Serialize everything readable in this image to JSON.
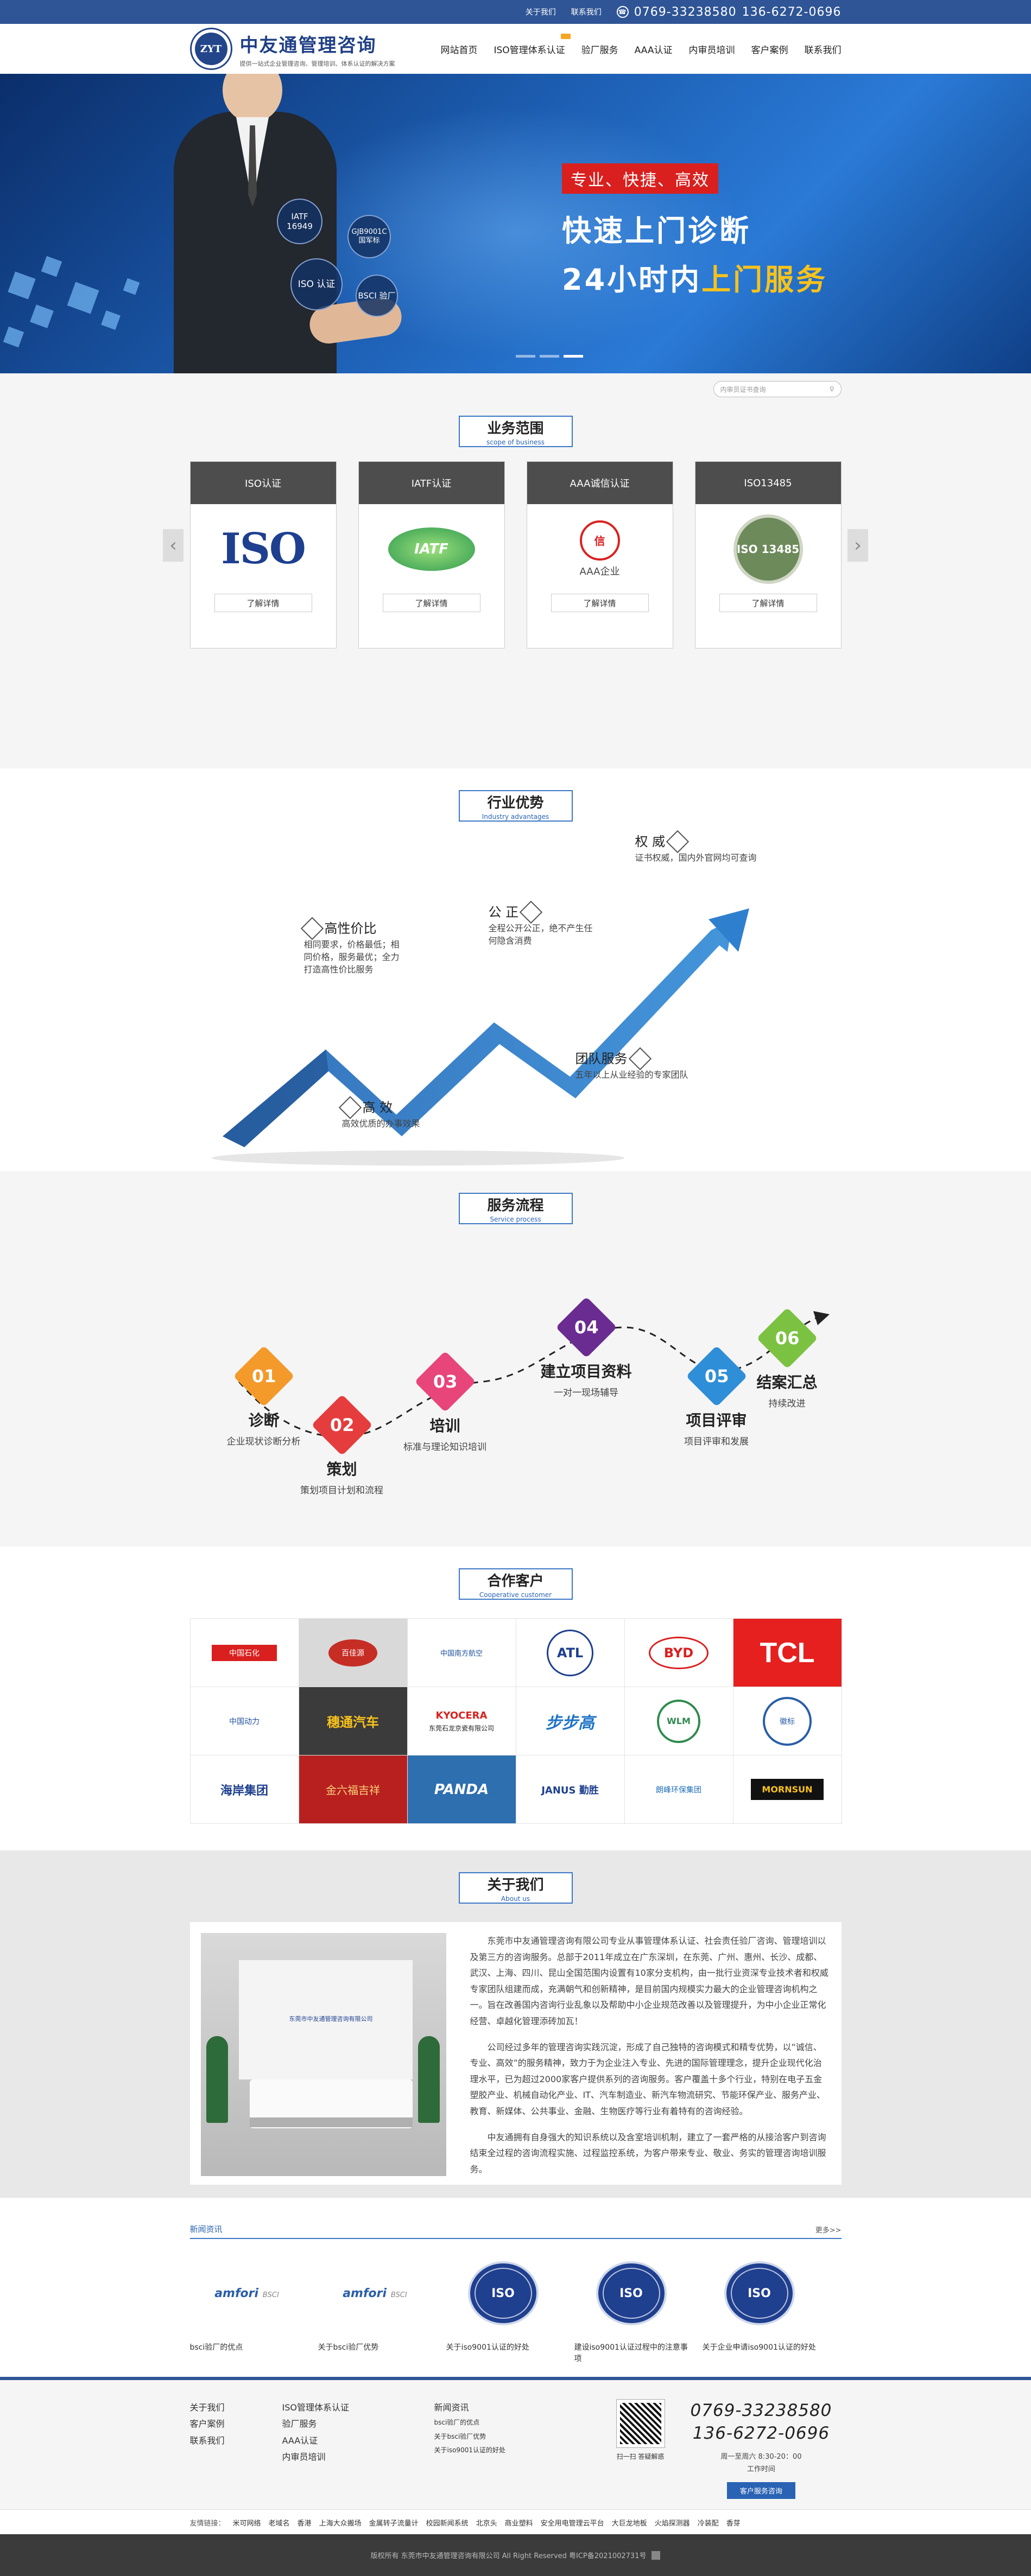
{
  "topbar": {
    "about": "关于我们",
    "contact": "联系我们",
    "phone1": "0769-33238580",
    "phone2": "136-6272-0696"
  },
  "header": {
    "logo_mark": "ZYT",
    "brand": "中友通管理咨询",
    "slogan": "提供一站式企业管理咨询、管理培训、体系认证的解决方案",
    "nav": [
      "网站首页",
      "ISO管理体系认证",
      "验厂服务",
      "AAA认证",
      "内审员培训",
      "客户案例",
      "联系我们"
    ]
  },
  "banner": {
    "ribbon": "专业、快捷、高效",
    "line1": "快速上门诊断",
    "line2_a": "24小时内",
    "line2_b": "上门服务",
    "bubbles": [
      "IATF 16949",
      "GJB9001C 国军标",
      "ISO 认证",
      "BSCI 验厂"
    ]
  },
  "search": {
    "placeholder": "内审员证书查询"
  },
  "business": {
    "cn": "业务范围",
    "en": "scope of business",
    "more": "了解详情",
    "cards": [
      {
        "title": "ISO认证",
        "logo": "ISO"
      },
      {
        "title": "IATF认证",
        "logo": "IATF"
      },
      {
        "title": "AAA诚信认证",
        "logo": "AAA企业"
      },
      {
        "title": "ISO13485",
        "logo": "ISO 13485"
      }
    ]
  },
  "advantage": {
    "cn": "行业优势",
    "en": "Industry advantages",
    "items": [
      {
        "t": "权 威",
        "d": "证书权威，国内外官网均可查询"
      },
      {
        "t": "高性价比",
        "d": "相同要求，价格最低；相同价格，服务最优；全力打造高性价比服务"
      },
      {
        "t": "公 正",
        "d": "全程公开公正，绝不产生任何隐含消费"
      },
      {
        "t": "团队服务",
        "d": "五年以上从业经验的专家团队"
      },
      {
        "t": "高 效",
        "d": "高效优质的办事效果"
      }
    ]
  },
  "process": {
    "cn": "服务流程",
    "en": "Service process",
    "steps": [
      {
        "n": "01",
        "t": "诊断",
        "d": "企业现状诊断分析",
        "color": "#f39a2b"
      },
      {
        "n": "02",
        "t": "策划",
        "d": "策划项目计划和流程",
        "color": "#e53d3d"
      },
      {
        "n": "03",
        "t": "培训",
        "d": "标准与理论知识培训",
        "color": "#e8457a"
      },
      {
        "n": "04",
        "t": "建立项目资料",
        "d": "一对一现场辅导",
        "color": "#6a2c91"
      },
      {
        "n": "05",
        "t": "项目评审",
        "d": "项目评审和发展",
        "color": "#2f8ed8"
      },
      {
        "n": "06",
        "t": "结案汇总",
        "d": "持续改进",
        "color": "#7cc242"
      }
    ]
  },
  "clients": {
    "cn": "合作客户",
    "en": "Cooperative customer",
    "items": [
      "中国石化",
      "百佳源",
      "中国南方航空",
      "ATL",
      "BYD",
      "TCL",
      "中国动力",
      "穗通汽车",
      "东莞石龙京瓷有限公司",
      "步步高",
      "WLM",
      "徽标",
      "海岸集团",
      "金六福吉祥",
      "PANDA",
      "JANUS 勤胜",
      "朗峰环保集团",
      "MORNSUN"
    ]
  },
  "about": {
    "cn": "关于我们",
    "en": "About us",
    "photo_text": "东莞市中友通管理咨询有限公司",
    "p1": "东莞市中友通管理咨询有限公司专业从事管理体系认证、社会责任验厂咨询、管理培训以及第三方的咨询服务。总部于2011年成立在广东深圳，在东莞、广州、惠州、长沙、成都、武汉、上海、四川、昆山全国范围内设置有10家分支机构，由一批行业资深专业技术者和权威专家团队组建而成，充满朝气和创新精神，是目前国内规模实力最大的企业管理咨询机构之一。旨在改善国内咨询行业乱象以及帮助中小企业规范改善以及管理提升，为中小企业正常化经营、卓越化管理添砖加瓦！",
    "p2": "公司经过多年的管理咨询实践沉淀，形成了自己独特的咨询模式和精专优势，以”诚信、专业、高效”的服务精神，致力于为企业注入专业、先进的国际管理理念，提升企业现代化治理水平，已为超过2000家客户提供系列的咨询服务。客户覆盖十多个行业，特别在电子五金塑胶产业、机械自动化产业、IT、汽车制造业、新汽车物流研究、节能环保产业、服务产业、教育、新媒体、公共事业、金融、生物医疗等行业有着特有的咨询经验。",
    "p3": "中友通拥有自身强大的知识系统以及含室培训机制，建立了一套严格的从接洽客户到咨询结束全过程的咨询流程实施、过程监控系统，为客户带来专业、敬业、务实的管理咨询培训服务。"
  },
  "news": {
    "title": "新闻资讯",
    "more": "更多>>",
    "items": [
      {
        "logo": "amfori",
        "sub": "BSCI",
        "cap": "bsci验厂的优点"
      },
      {
        "logo": "amfori",
        "sub": "BSCI",
        "cap": "关于bsci验厂优势"
      },
      {
        "logo": "ISO",
        "sub": "",
        "cap": "关于iso9001认证的好处"
      },
      {
        "logo": "ISO",
        "sub": "",
        "cap": "建设iso9001认证过程中的注意事项"
      },
      {
        "logo": "ISO",
        "sub": "",
        "cap": "关于企业申请iso9001认证的好处"
      }
    ]
  },
  "footer": {
    "col1": [
      "关于我们",
      "客户案例",
      "联系我们"
    ],
    "col2": [
      "ISO管理体系认证",
      "验厂服务",
      "AAA认证",
      "内审员培训"
    ],
    "col3_title": "新闻资讯",
    "col3": [
      "bsci验厂的优点",
      "关于bsci验厂优势",
      "关于iso9001认证的好处"
    ],
    "qr_caption": "扫一扫 答疑解惑",
    "phone1": "0769-33238580",
    "phone2": "136-6272-0696",
    "hours1": "周一至周六 8:30-20：00",
    "hours2": "工作时间",
    "service_btn": "客户服务咨询"
  },
  "links": {
    "label": "友情链接：",
    "items": [
      "米可网络",
      "老域名",
      "香港",
      "上海大众搬场",
      "金属转子流量计",
      "校园新闻系统",
      "北京头",
      "商业塑料",
      "安全用电管理云平台",
      "大巨龙地板",
      "火焰探测器",
      "冷装配",
      "香芽"
    ]
  },
  "copyright": "版权所有 东莞市中友通管理咨询有限公司 All Right Reserved 粤ICP备2021002731号"
}
